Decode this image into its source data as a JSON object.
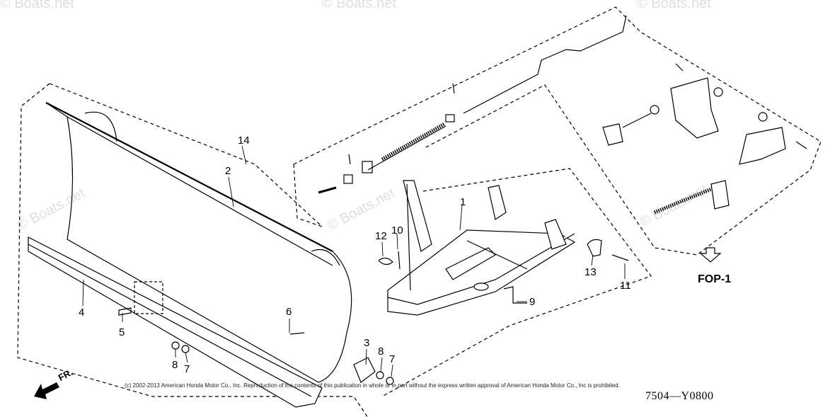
{
  "callouts": {
    "c1": "1",
    "c2": "2",
    "c3": "3",
    "c4": "4",
    "c5": "5",
    "c6": "6",
    "c7a": "7",
    "c7b": "7",
    "c8a": "8",
    "c8b": "8",
    "c9": "9",
    "c10": "10",
    "c11": "11",
    "c12": "12",
    "c13": "13",
    "c14": "14"
  },
  "reference": "FOP-1",
  "figure_number": "7504—Y0800",
  "direction_label": "FR.",
  "copyright": "(c) 2002-2013 American Honda Motor Co., Inc. Reproduction of the contents of this publication in whole or in part without the express written approval of American Honda Motor Co., Inc is prohibited.",
  "watermark": "© Boats.net"
}
